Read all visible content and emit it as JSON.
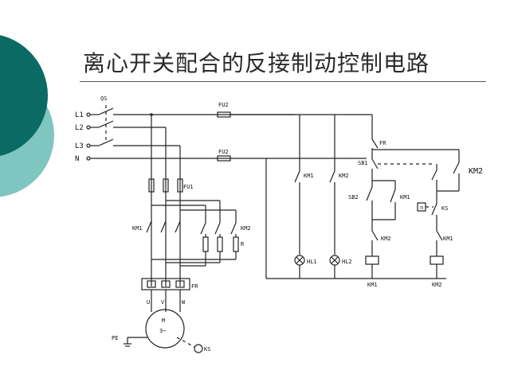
{
  "slide": {
    "title": "离心开关配合的反接制动控制电路",
    "colors": {
      "teal_dark": "#0b6b64",
      "teal_light": "#7fc6c0",
      "teal_mid": "#3f9e96"
    }
  },
  "diagram": {
    "labels": {
      "qs": "QS",
      "l1": "L1",
      "l2": "L2",
      "l3": "L3",
      "n": "N",
      "fu2_top": "FU2",
      "fu2_mid": "FU2",
      "fu1": "FU1",
      "km1_main": "KM1",
      "km2_main": "KM2",
      "r": "R",
      "fr_main": "FR",
      "u": "U",
      "v": "V",
      "w": "W",
      "motor_m": "M",
      "motor_3": "3~",
      "pe": "PE",
      "ks_motor": "KS",
      "km1_hl": "KM1",
      "km2_hl": "KM2",
      "hl1": "HL1",
      "hl2": "HL2",
      "fr_ctrl": "FR",
      "sb1": "SB1",
      "sb2": "SB2",
      "km1_aux": "KM1",
      "km2_aux_right": "KM2",
      "n_box": "n",
      "ks_ctrl": "KS",
      "km2_inter": "KM2",
      "km1_inter": "KM1",
      "km1_coil": "KM1",
      "km2_coil": "KM2"
    }
  }
}
